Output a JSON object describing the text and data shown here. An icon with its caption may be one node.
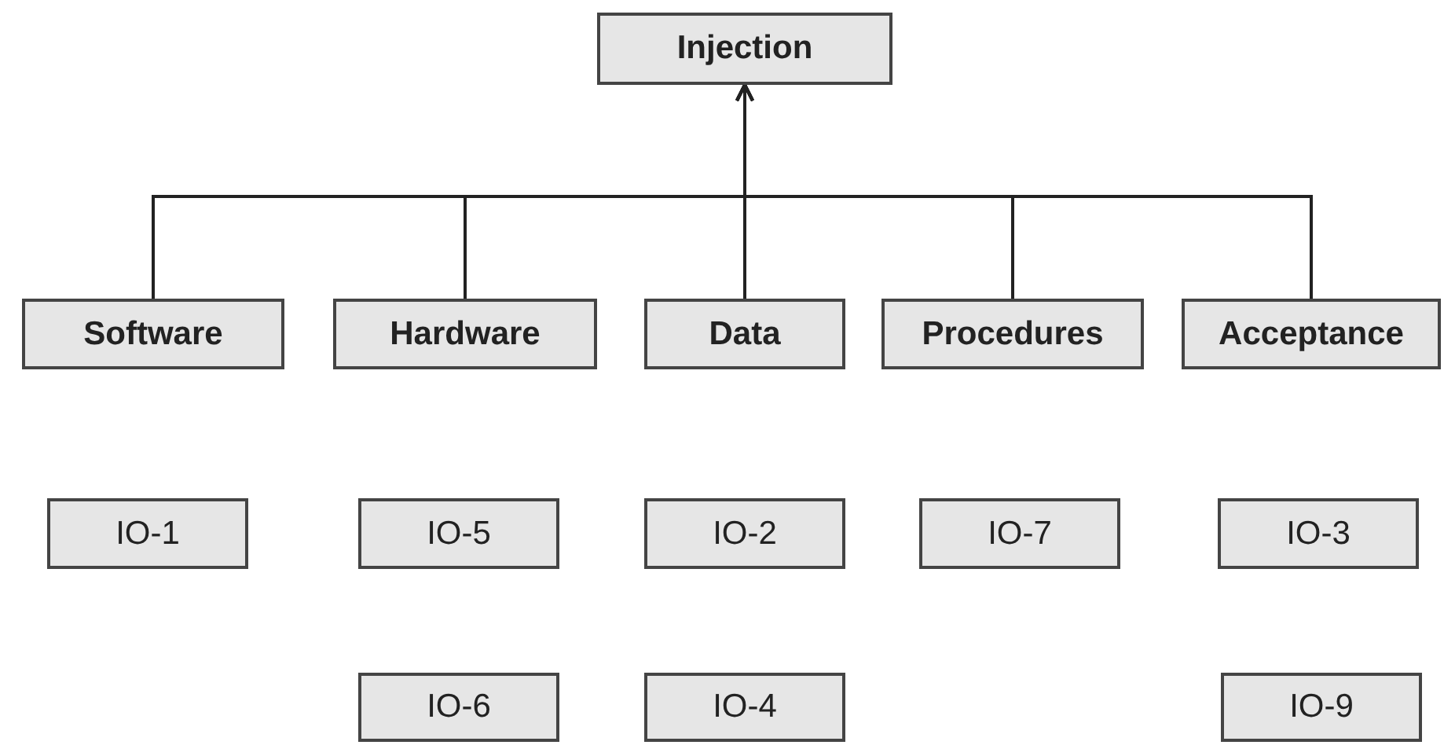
{
  "diagram": {
    "nodes": [
      {
        "text": [
          "Injection"
        ]
      },
      {
        "text": [
          "Software"
        ]
      },
      {
        "text": [
          "Hardware"
        ]
      },
      {
        "text": [
          "Data"
        ]
      },
      {
        "text": [
          "Procedures"
        ]
      },
      {
        "text": [
          "Acceptance"
        ]
      },
      {
        "text": [
          "IO-1"
        ]
      },
      {
        "text": [
          "IO-5"
        ]
      },
      {
        "text": [
          "IO-2"
        ]
      },
      {
        "text": [
          "IO-7"
        ]
      },
      {
        "text": [
          "IO-3"
        ]
      },
      {
        "text": [
          "IO-6"
        ]
      },
      {
        "text": [
          "IO-4"
        ]
      },
      {
        "text": [
          "IO-9"
        ]
      }
    ],
    "edges": [
      {
        "from": 1,
        "to": 0,
        "arrow": "to"
      },
      {
        "from": 2,
        "to": 0,
        "arrow": "to"
      },
      {
        "from": 3,
        "to": 0,
        "arrow": "to"
      },
      {
        "from": 4,
        "to": 0,
        "arrow": "to"
      },
      {
        "from": 5,
        "to": 0,
        "arrow": "to"
      }
    ]
  }
}
